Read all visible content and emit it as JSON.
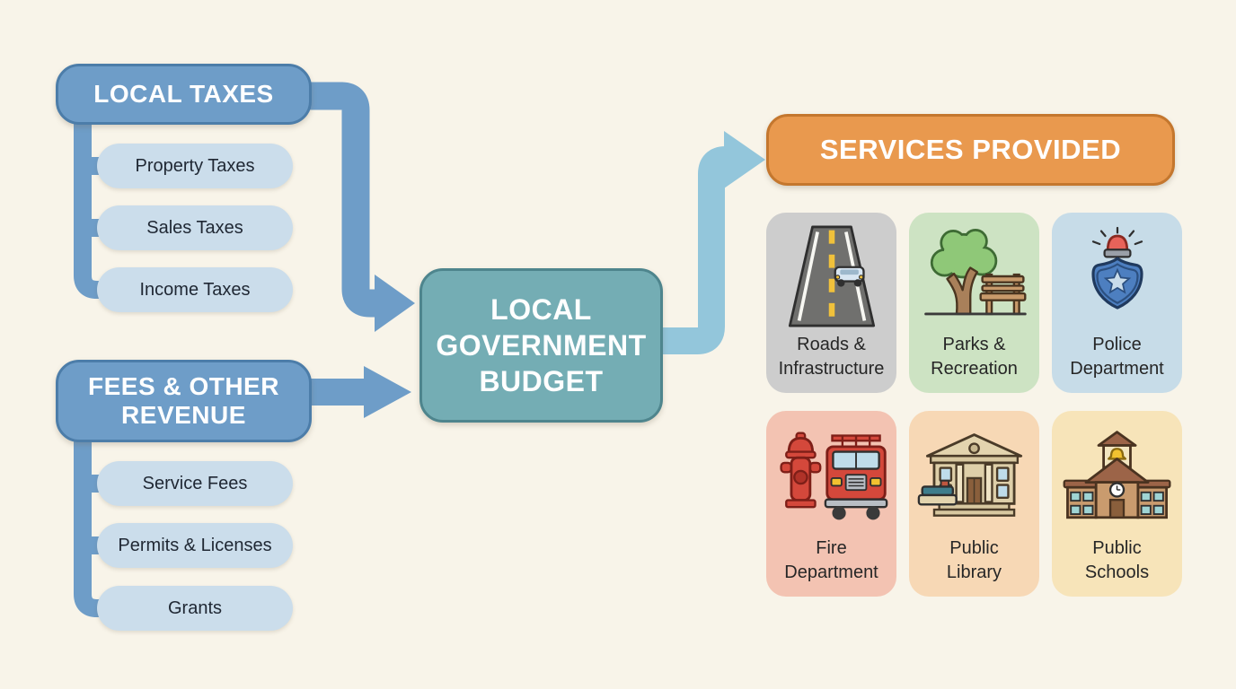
{
  "colors": {
    "background": "#F8F4E9",
    "revenue_header_fill": "#6E9DC8",
    "revenue_header_border": "#4C7DA9",
    "revenue_item_fill": "#CBDDEB",
    "budget_fill": "#74ADB4",
    "budget_border": "#4E858D",
    "services_header_fill": "#E9994E",
    "services_header_border": "#C4772E",
    "arrow_blue": "#6E9DC8",
    "arrow_light_blue": "#93C6DB"
  },
  "revenue_groups": [
    {
      "title": "LOCAL TAXES",
      "items": [
        "Property Taxes",
        "Sales Taxes",
        "Income Taxes"
      ]
    },
    {
      "title": "FEES & OTHER\nREVENUE",
      "items": [
        "Service Fees",
        "Permits & Licenses",
        "Grants"
      ]
    }
  ],
  "budget": {
    "label": "LOCAL\nGOVERNMENT\nBUDGET"
  },
  "services": {
    "title": "SERVICES PROVIDED",
    "cards": [
      {
        "label": "Roads &\nInfrastructure",
        "icon": "road-icon",
        "bg": "#CDCDCD"
      },
      {
        "label": "Parks &\nRecreation",
        "icon": "tree-bench-icon",
        "bg": "#CDE3C3"
      },
      {
        "label": "Police\nDepartment",
        "icon": "police-badge-icon",
        "bg": "#C7DCE8"
      },
      {
        "label": "Fire\nDepartment",
        "icon": "fire-truck-icon",
        "bg": "#F3C3B2"
      },
      {
        "label": "Public\nLibrary",
        "icon": "library-building-icon",
        "bg": "#F7D8B5"
      },
      {
        "label": "Public\nSchools",
        "icon": "school-building-icon",
        "bg": "#F7E4B9"
      }
    ]
  }
}
